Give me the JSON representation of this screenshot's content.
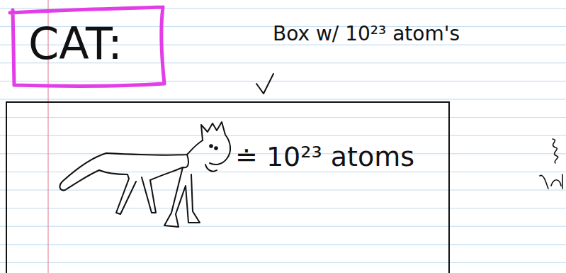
{
  "diagram": {
    "title": "CAT:",
    "nodes": [
      {
        "text": [
          "Box w/ 10²³ atom's",
          "≐ 10²³ atoms"
        ]
      }
    ]
  }
}
